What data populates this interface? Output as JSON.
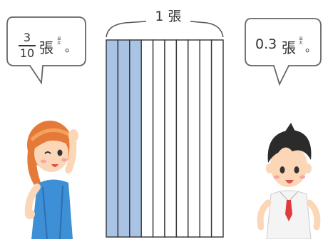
{
  "top_label": "1 張",
  "left_bubble": {
    "numerator": "3",
    "denominator": "10",
    "word": "張",
    "zhuyin": "ㄓㄤ",
    "period": "。"
  },
  "right_bubble": {
    "decimal": "0.3",
    "word": "張",
    "zhuyin": "ㄓㄤ",
    "period": "。"
  },
  "strip": {
    "total_parts": 10,
    "shaded_parts": 3,
    "shade_color": "#a8c3e3"
  }
}
